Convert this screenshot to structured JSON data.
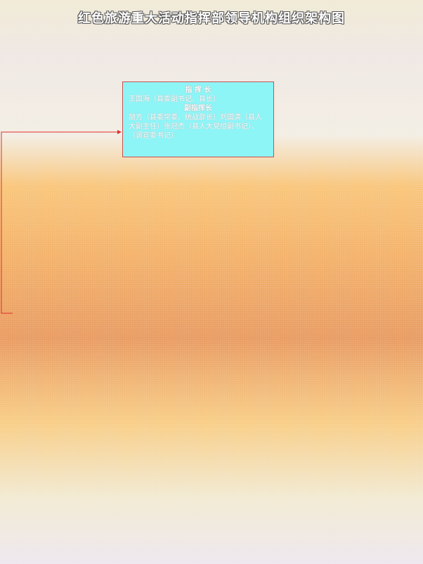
{
  "title": "红色旅游重大活动指挥部领导机构组织架构图",
  "command_box": {
    "commander_heading": "指 挥 长",
    "commander_text": "王国海（县委副书记、县长）",
    "deputy_heading": "副指挥长",
    "deputy_text": "胡方（县委常委、统战部长）刘国清（县人大副主任）张冠杰（县人大党组副书记）、（调宣委书记）"
  },
  "colors": {
    "box_fill": "#8ef5f7",
    "box_border": "#c85050",
    "connector": "#e03030"
  }
}
